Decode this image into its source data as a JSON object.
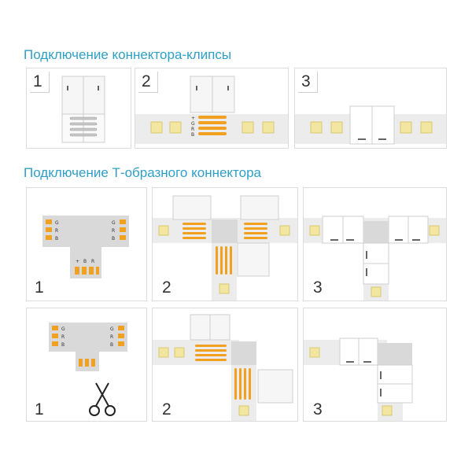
{
  "headings": {
    "clip": "Подключение коннектора-клипсы",
    "t_shape": "Подключение Т-образного коннектора"
  },
  "steps": {
    "one": "1",
    "two": "2",
    "three": "3"
  },
  "pins": [
    "+",
    "G",
    "R",
    "B"
  ],
  "pins_t": [
    "G",
    "R",
    "B",
    "+"
  ],
  "colors": {
    "accent": "#2f9fc7",
    "strip": "#ececec",
    "copper": "#f2a020",
    "led": "#f2e6a0",
    "connector": "#d9d9d9"
  }
}
